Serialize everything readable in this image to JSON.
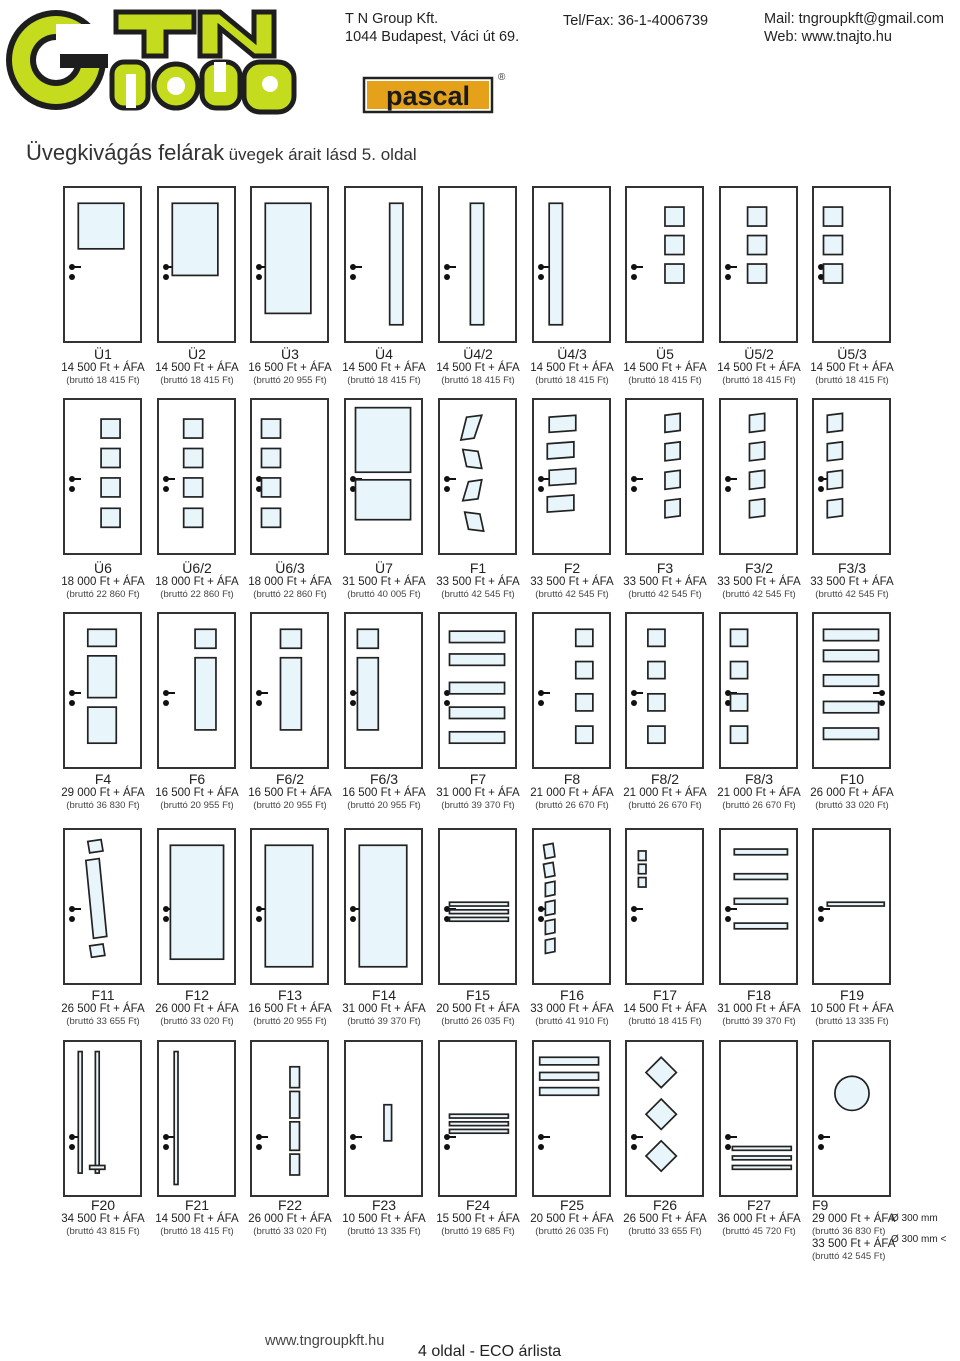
{
  "header": {
    "logo_text": "GTNGroup",
    "company": "T N Group Kft.",
    "address": "1044 Budapest, Váci út 69.",
    "phone": "Tel/Fax: 36-1-4006739",
    "mail": "Mail: tngroupkft@gmail.com",
    "web": "Web: www.tnajto.hu",
    "brand_logo_text": "pascal",
    "brand_mark": "®"
  },
  "title": {
    "main": "Üvegkivágás felárak",
    "sub": "üvegek árait lásd 5. oldal"
  },
  "doors": [
    {
      "name": "Ü1",
      "price": "14 500 Ft + ÁFA",
      "gross": "(bruttó 18 415 Ft)"
    },
    {
      "name": "Ü2",
      "price": "14 500 Ft + ÁFA",
      "gross": "(bruttó 18 415 Ft)"
    },
    {
      "name": "Ü3",
      "price": "16 500 Ft + ÁFA",
      "gross": "(bruttó 20 955 Ft)"
    },
    {
      "name": "Ü4",
      "price": "14 500 Ft + ÁFA",
      "gross": "(bruttó 18 415 Ft)"
    },
    {
      "name": "Ü4/2",
      "price": "14 500 Ft + ÁFA",
      "gross": "(bruttó 18 415 Ft)"
    },
    {
      "name": "Ü4/3",
      "price": "14 500 Ft + ÁFA",
      "gross": "(bruttó 18 415 Ft)"
    },
    {
      "name": "Ü5",
      "price": "14 500 Ft + ÁFA",
      "gross": "(bruttó 18 415 Ft)"
    },
    {
      "name": "Ü5/2",
      "price": "14 500 Ft + ÁFA",
      "gross": "(bruttó 18 415 Ft)"
    },
    {
      "name": "Ü5/3",
      "price": "14 500 Ft + ÁFA",
      "gross": "(bruttó 18 415 Ft)"
    },
    {
      "name": "Ü6",
      "price": "18 000 Ft + ÁFA",
      "gross": "(bruttó 22 860 Ft)"
    },
    {
      "name": "Ü6/2",
      "price": "18 000 Ft + ÁFA",
      "gross": "(bruttó 22 860 Ft)"
    },
    {
      "name": "Ü6/3",
      "price": "18 000 Ft + ÁFA",
      "gross": "(bruttó 22 860 Ft)"
    },
    {
      "name": "Ü7",
      "price": "31 500 Ft + ÁFA",
      "gross": "(bruttó 40 005 Ft)"
    },
    {
      "name": "F1",
      "price": "33 500 Ft + ÁFA",
      "gross": "(bruttó 42 545 Ft)"
    },
    {
      "name": "F2",
      "price": "33 500 Ft + ÁFA",
      "gross": "(bruttó 42 545 Ft)"
    },
    {
      "name": "F3",
      "price": "33 500 Ft + ÁFA",
      "gross": "(bruttó 42 545 Ft)"
    },
    {
      "name": "F3/2",
      "price": "33 500 Ft + ÁFA",
      "gross": "(bruttó 42 545 Ft)"
    },
    {
      "name": "F3/3",
      "price": "33 500 Ft + ÁFA",
      "gross": "(bruttó 42 545 Ft)"
    },
    {
      "name": "F4",
      "price": "29 000 Ft + ÁFA",
      "gross": "(bruttó 36 830 Ft)"
    },
    {
      "name": "F6",
      "price": "16 500 Ft + ÁFA",
      "gross": "(bruttó 20 955 Ft)"
    },
    {
      "name": "F6/2",
      "price": "16 500 Ft + ÁFA",
      "gross": "(bruttó 20 955 Ft)"
    },
    {
      "name": "F6/3",
      "price": "16 500 Ft + ÁFA",
      "gross": "(bruttó 20 955 Ft)"
    },
    {
      "name": "F7",
      "price": "31 000 Ft + ÁFA",
      "gross": "(bruttó 39 370 Ft)"
    },
    {
      "name": "F8",
      "price": "21 000 Ft + ÁFA",
      "gross": "(bruttó 26 670 Ft)"
    },
    {
      "name": "F8/2",
      "price": "21 000 Ft + ÁFA",
      "gross": "(bruttó 26 670 Ft)"
    },
    {
      "name": "F8/3",
      "price": "21 000 Ft + ÁFA",
      "gross": "(bruttó 26 670 Ft)"
    },
    {
      "name": "F10",
      "price": "26 000 Ft + ÁFA",
      "gross": "(bruttó 33 020 Ft)"
    },
    {
      "name": "F11",
      "price": "26 500 Ft + ÁFA",
      "gross": "(bruttó 33 655 Ft)"
    },
    {
      "name": "F12",
      "price": "26 000 Ft + ÁFA",
      "gross": "(bruttó 33 020 Ft)"
    },
    {
      "name": "F13",
      "price": "16 500 Ft + ÁFA",
      "gross": "(bruttó 20 955 Ft)"
    },
    {
      "name": "F14",
      "price": "31 000 Ft + ÁFA",
      "gross": "(bruttó 39 370 Ft)"
    },
    {
      "name": "F15",
      "price": "20 500 Ft + ÁFA",
      "gross": "(bruttó 26 035 Ft)"
    },
    {
      "name": "F16",
      "price": "33 000 Ft + ÁFA",
      "gross": "(bruttó 41 910 Ft)"
    },
    {
      "name": "F17",
      "price": "14 500 Ft + ÁFA",
      "gross": "(bruttó 18 415 Ft)"
    },
    {
      "name": "F18",
      "price": "31 000 Ft + ÁFA",
      "gross": "(bruttó 39 370 Ft)"
    },
    {
      "name": "F19",
      "price": "10 500 Ft + ÁFA",
      "gross": "(bruttó 13 335 Ft)"
    },
    {
      "name": "F20",
      "price": "34 500 Ft + ÁFA",
      "gross": "(bruttó 43 815 Ft)"
    },
    {
      "name": "F21",
      "price": "14 500 Ft + ÁFA",
      "gross": "(bruttó 18 415 Ft)"
    },
    {
      "name": "F22",
      "price": "26 000 Ft + ÁFA",
      "gross": "(bruttó 33 020 Ft)"
    },
    {
      "name": "F23",
      "price": "10 500 Ft + ÁFA",
      "gross": "(bruttó 13 335 Ft)"
    },
    {
      "name": "F24",
      "price": "15 500 Ft + ÁFA",
      "gross": "(bruttó 19 685 Ft)"
    },
    {
      "name": "F25",
      "price": "20 500 Ft + ÁFA",
      "gross": "(bruttó 26 035 Ft)"
    },
    {
      "name": "F26",
      "price": "26 500 Ft + ÁFA",
      "gross": "(bruttó 33 655 Ft)"
    },
    {
      "name": "F27",
      "price": "36 000 Ft + ÁFA",
      "gross": "(bruttó 45 720 Ft)"
    },
    {
      "name": "F9",
      "price": "29 000 Ft + ÁFA",
      "gross": "(bruttó 36 830 Ft)",
      "price2": "33 500 Ft + ÁFA",
      "gross2": "(bruttó 42 545 Ft)",
      "size1": "Ø 300 mm",
      "size2": "Ø 300 mm <"
    }
  ],
  "footer": {
    "url": "www.tngroupkft.hu",
    "page": "4 oldal - ECO árlista"
  },
  "colors": {
    "logo_green": "#c5dc1e",
    "logo_dark": "#1e1e1e",
    "glass": "#e8f6fb",
    "frame": "#333333"
  }
}
